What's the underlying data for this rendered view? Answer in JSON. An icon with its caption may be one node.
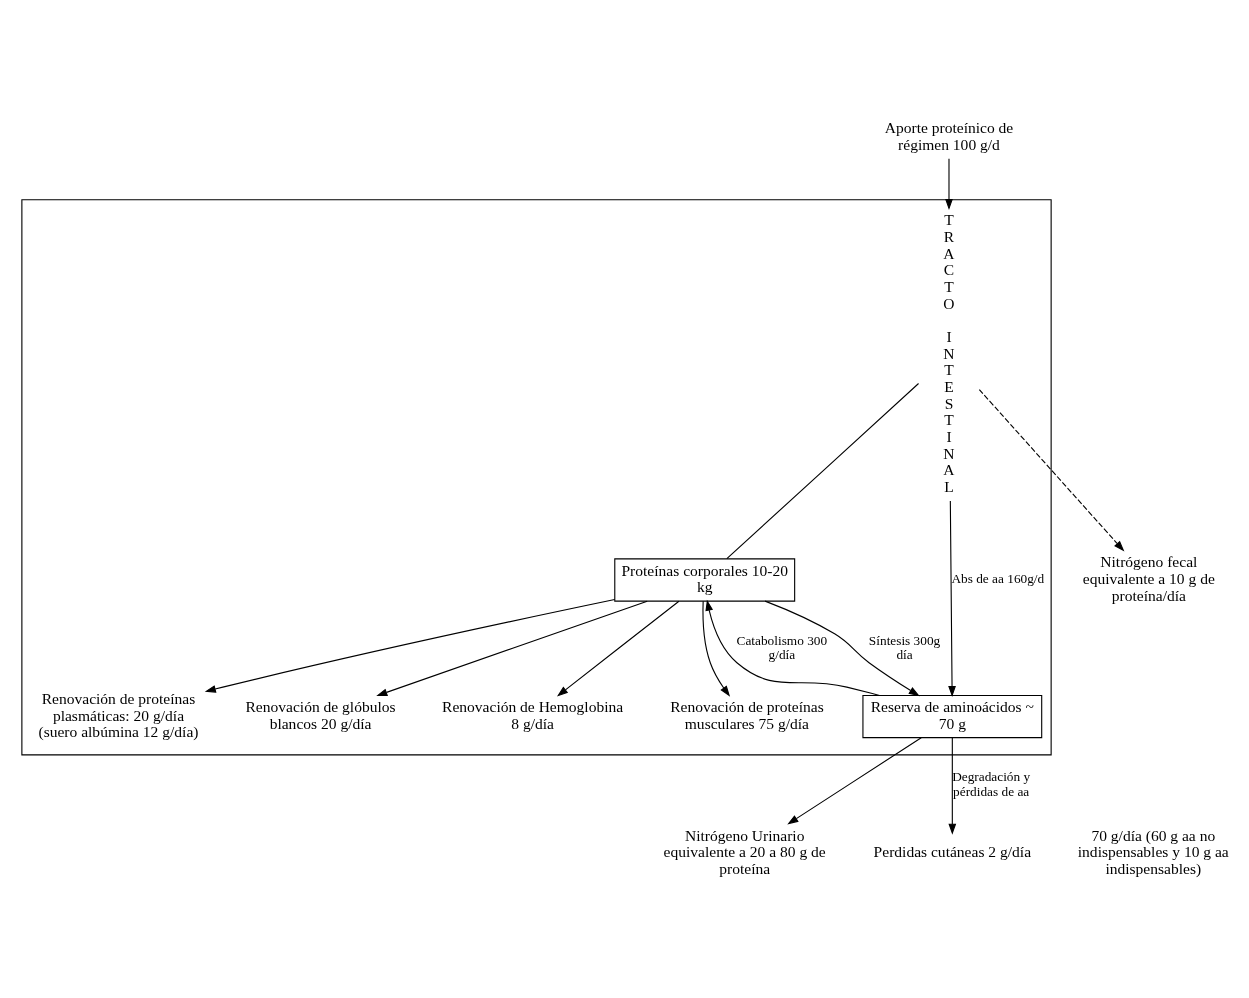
{
  "diagram": {
    "nodes": [
      {
        "text": [],
        "shape": "box"
      },
      {
        "text": [
          "Aporte proteínico de régimen 100 g/d"
        ]
      },
      {
        "text": [
          "TRACTO INTESTINAL"
        ],
        "in": 0
      },
      {
        "text": [
          "Proteínas corporales 10-20 kg"
        ],
        "in": 0
      },
      {
        "text": [
          "Reserva de aminoácidos ~ 70 g"
        ],
        "in": 0
      },
      {
        "text": [
          "Renovación de proteínas plasmáticas: 20 g/día (suero albúmina 12 g/día)"
        ],
        "in": 0
      },
      {
        "text": [
          "Renovación de glóbulos blancos 20 g/día"
        ],
        "in": 0
      },
      {
        "text": [
          "Renovación de Hemoglobina 8 g/día"
        ],
        "in": 0
      },
      {
        "text": [
          "Renovación de proteínas musculares 75 g/día"
        ],
        "in": 0
      },
      {
        "text": [
          "Nitrógeno fecal equivalente a 10 g de proteína/día"
        ]
      },
      {
        "text": [
          "Nitrógeno Urinario equivalente a 20 a 80 g de proteína"
        ]
      },
      {
        "text": [
          "Perdidas cutáneas 2 g/día"
        ]
      }
    ],
    "edges": [
      {
        "from": 1,
        "to": 2,
        "arrow": "to"
      },
      {
        "from": 2,
        "to": 9,
        "arrow": "to",
        "style": "dashed"
      },
      {
        "from": 2,
        "to": 3,
        "arrow": "none"
      },
      {
        "from": 2,
        "to": 4,
        "arrow": "to",
        "label": "Abs de aa 160g/d"
      },
      {
        "from": 3,
        "to": 4,
        "arrow": "to",
        "label": "Síntesis 300g día"
      },
      {
        "from": 4,
        "to": 3,
        "arrow": "to",
        "label": "Catabolismo 300 g/día"
      },
      {
        "from": 3,
        "to": 5,
        "arrow": "to"
      },
      {
        "from": 3,
        "to": 6,
        "arrow": "to"
      },
      {
        "from": 3,
        "to": 7,
        "arrow": "to"
      },
      {
        "from": 3,
        "to": 8,
        "arrow": "to"
      },
      {
        "from": 4,
        "to": 11,
        "arrow": "to",
        "label": "Degradación y pérdidas de aa"
      },
      {
        "from": 4,
        "to": 10,
        "arrow": "to"
      }
    ],
    "labels": [
      "70 g/día (60 g aa no indispensables y 10 g aa indispensables)"
    ]
  }
}
